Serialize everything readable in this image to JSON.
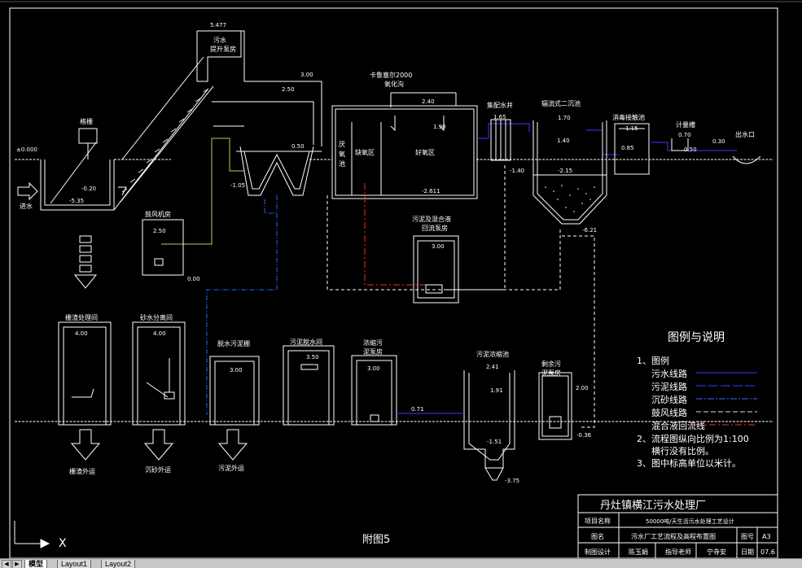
{
  "drawing": {
    "units": {
      "inlet": "进水",
      "grille": "格栅",
      "lift_pump": "污水\n提升泵房",
      "oxidation_ditch": "卡鲁塞尔2000\n氧化沟",
      "zone_anoxic": "厌\n氧\n池",
      "zone_anox2": "缺氧区",
      "zone_aerobic": "好氧区",
      "dist_well": "集配水井",
      "clarifier": "辐流式二沉池",
      "disinfection": "消毒接触池",
      "metering": "计量槽",
      "outlet": "出水口",
      "blower": "鼓风机房",
      "return_pump": "污泥及混合液\n回流泵房",
      "screenings": "栅渣处理间",
      "grit_sep": "砂水分离间",
      "dewater_shed": "脱水污泥棚",
      "dewater_room": "污泥脱水间",
      "thick_pump": "浓缩污\n泥泵房",
      "thickener": "污泥浓缩池",
      "excess_pump": "剩余污\n泥泵房"
    },
    "outputs": [
      "栅渣外运",
      "沉砂外运",
      "污泥外运"
    ],
    "elevations": {
      "e5477": "5.477",
      "e300": "3.00",
      "e250": "2.50",
      "e050": "0.50",
      "em105": "-1.05",
      "e0000": "±0.000",
      "em020": "-0.20",
      "em535": "-5.35",
      "e240": "2.40",
      "e190": "1.90",
      "em2611": "-2.611",
      "e165": "1.65",
      "em140": "-1.40",
      "e170": "1.70",
      "e140": "1.40",
      "em215": "-2.15",
      "em621": "-6.21",
      "e115": "1.15",
      "e085": "0.85",
      "e070": "0.70",
      "e050b": "0.50",
      "e030": "0.30",
      "e250b": "2.50",
      "e000": "0.00",
      "e300b": "3.00",
      "e400": "4.00",
      "e400b": "4.00",
      "e300c": "3.00",
      "e350": "3.50",
      "e300d": "3.00",
      "e071": "0.71",
      "e241": "2.41",
      "e191": "1.91",
      "em151": "-1.51",
      "em375": "-3.75",
      "e200": "2.00",
      "em036": "-0.36"
    },
    "legend": {
      "title": "图例与说明",
      "item1": "1、图例",
      "lines": [
        {
          "label": "污水线路",
          "color": "#3a3aff"
        },
        {
          "label": "污泥线路",
          "color": "#3a3aff"
        },
        {
          "label": "沉砂线路",
          "color": "#3a6aff"
        },
        {
          "label": "鼓风线路",
          "color": "#e0e0e0"
        },
        {
          "label": "混合液回流线",
          "color": "#ff2a2a"
        }
      ],
      "note2a": "2、流程图纵向比例为1:100",
      "note2b": "横行没有比例。",
      "note3": "3、图中标高单位以米计。"
    },
    "figure_label": "附图5",
    "title_block": {
      "company": "丹灶镇横江污水处理厂",
      "r1_label": "项目名称",
      "r1_value": "50000吨/天生活污水处理工艺设计",
      "r2_label": "图名",
      "r2_value": "污水厂工艺流程及高程布置图",
      "r2_k": "图号",
      "r2_v": "A3",
      "r3_a": "制图设计",
      "r3_b": "陈玉娟",
      "r3_c": "指导老师",
      "r3_d": "宁寺安",
      "r3_e": "日期",
      "r3_f": "07.6"
    },
    "ucs_label": "X"
  },
  "tabs": {
    "model": "模型",
    "layout1": "Layout1",
    "layout2": "Layout2"
  },
  "colors": {
    "sewage": "#3a3aff",
    "sludge_dashdot": "#2a60ff",
    "return_red": "#ff2a2a",
    "air": "#e0e0e0",
    "yellow_line": "#c8c850"
  }
}
